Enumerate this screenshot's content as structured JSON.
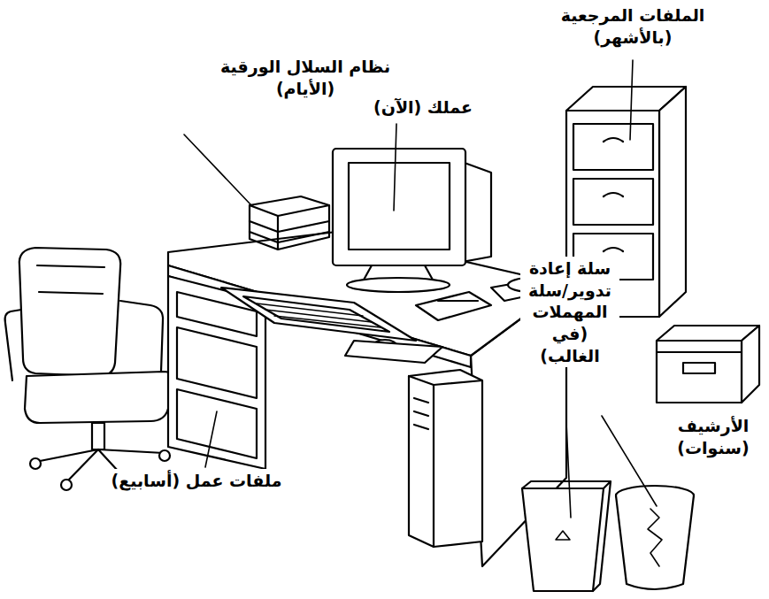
{
  "diagram": {
    "labels": [
      "الملفات المرجعية (بالأشهر)",
      "نظام السلال الورقية (الأيام)",
      "عملك (الآن)",
      "سلة إعادة تدوير/سلة المهملات (في الغالب)",
      "الأرشيف (سنوات)",
      "ملفات عمل (أسابيع)"
    ]
  }
}
